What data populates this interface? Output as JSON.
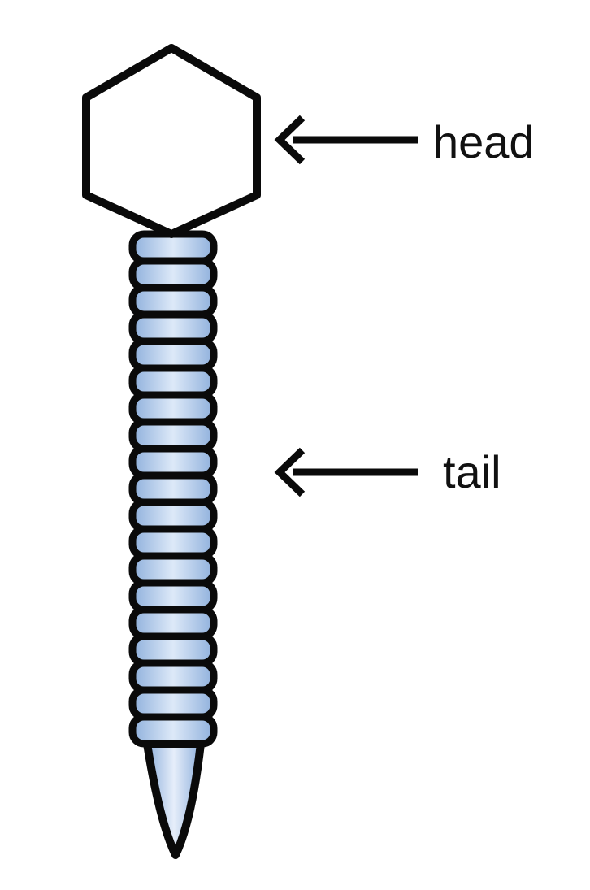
{
  "labels": {
    "head": "head",
    "tail": "tail"
  },
  "colors": {
    "outline": "#0a0a0a",
    "segment_fill_light": "#dde9f8",
    "segment_fill_dark": "#8fb0dc",
    "background": "#ffffff"
  },
  "icons": {
    "head": "hexagon-icon",
    "tail_segments": "ribbed-segment-icon",
    "tip": "pointed-tip-icon",
    "pointer": "left-arrow-icon"
  },
  "tail_segment_count": 19
}
